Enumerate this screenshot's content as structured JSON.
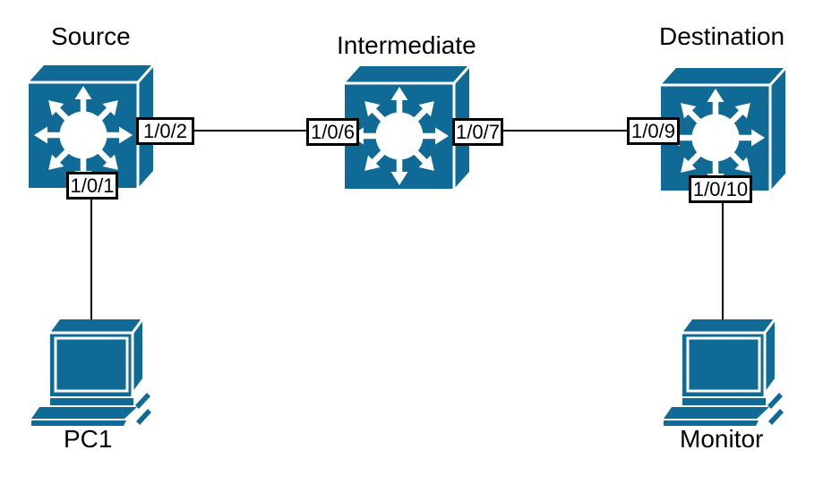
{
  "diagram": {
    "background": "#ffffff",
    "device_color": "#0F6A96",
    "line_color": "#000000",
    "switches": [
      {
        "label": "Source",
        "ports": [
          "1/0/1",
          "1/0/2"
        ]
      },
      {
        "label": "Intermediate",
        "ports": [
          "1/0/6",
          "1/0/7"
        ]
      },
      {
        "label": "Destination",
        "ports": [
          "1/0/9",
          "1/0/10"
        ]
      }
    ],
    "workstations": [
      {
        "label": "PC1"
      },
      {
        "label": "Monitor"
      }
    ],
    "port_labels": [
      "1/0/1",
      "1/0/2",
      "1/0/6",
      "1/0/7",
      "1/0/9",
      "1/0/10"
    ],
    "links": [
      {
        "from": "Source 1/0/2",
        "to": "Intermediate 1/0/6"
      },
      {
        "from": "Intermediate 1/0/7",
        "to": "Destination 1/0/9"
      },
      {
        "from": "Source 1/0/1",
        "to": "PC1"
      },
      {
        "from": "Destination 1/0/10",
        "to": "Monitor"
      }
    ],
    "icons": {
      "switch": "cisco-switch-icon",
      "workstation": "cisco-workstation-icon"
    }
  }
}
